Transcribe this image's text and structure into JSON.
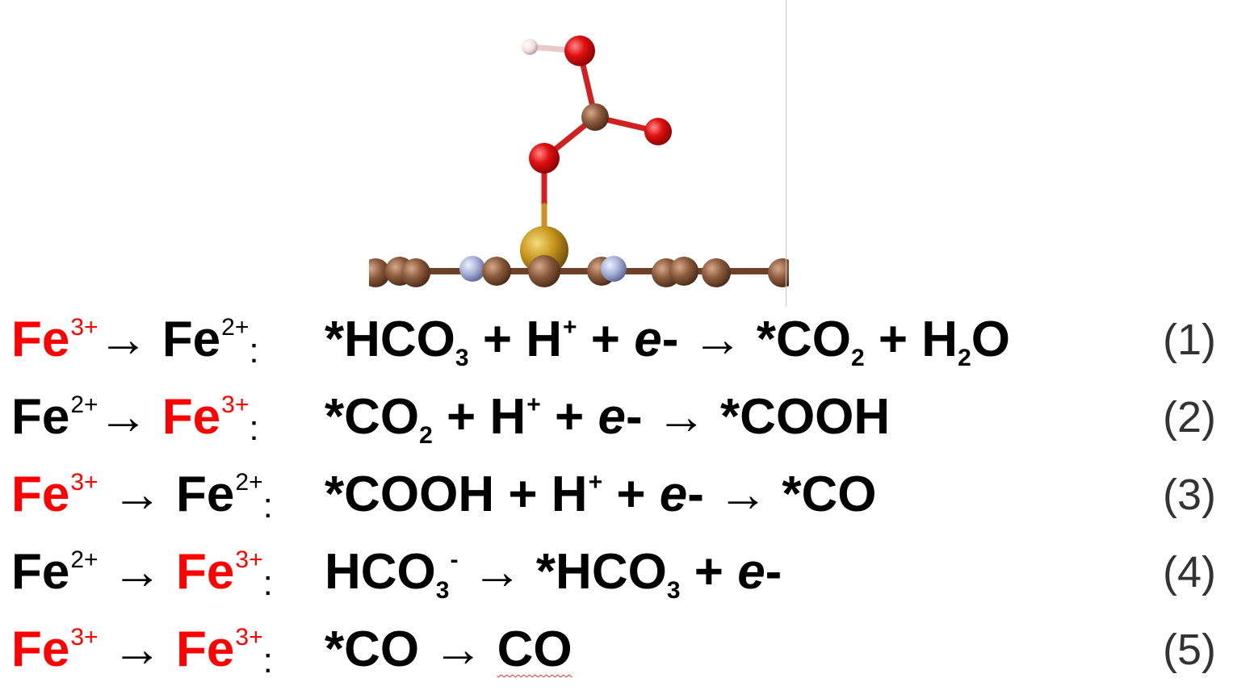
{
  "rows": [
    {
      "number": "(1)",
      "lhs": {
        "a": "Fe",
        "a_sup": "3+",
        "arrow": "→",
        "b": "Fe",
        "b_sup": "2+",
        "colon": ":"
      },
      "eq": {
        "s1": "*HCO",
        "s1_sub": "3",
        "s2": " + H",
        "s2_sup": "+",
        "s3": " + ",
        "e": "e",
        "s4": "- → *CO",
        "s4_sub": "2",
        "s5": " + H",
        "s5_sub": "2",
        "s6": "O"
      }
    },
    {
      "number": "(2)",
      "lhs": {
        "a": "Fe",
        "a_sup": "2+",
        "arrow": "→",
        "b": "Fe",
        "b_sup": "3+",
        "colon": ":"
      },
      "eq": {
        "s1": "*CO",
        "s1_sub": "2",
        "s2": " + H",
        "s2_sup": "+",
        "s3": " + ",
        "e": "e",
        "s4": "- → *COOH"
      }
    },
    {
      "number": "(3)",
      "lhs": {
        "a": "Fe",
        "a_sup": "3+",
        "arrow": "→",
        "b": "Fe",
        "b_sup": "2+",
        "colon": ":"
      },
      "eq": {
        "s1": "*COOH + H",
        "s1_sup": "+",
        "s2": " + ",
        "e": "e",
        "s3": "- → *CO"
      }
    },
    {
      "number": "(4)",
      "lhs": {
        "a": "Fe",
        "a_sup": "2+",
        "arrow": "→",
        "b": "Fe",
        "b_sup": "3+",
        "colon": ":"
      },
      "eq": {
        "s1": "HCO",
        "s1_sub": "3",
        "s1_sup": "-",
        "s2": " → *HCO",
        "s2_sub": "3",
        "s3": " + ",
        "e": "e",
        "s4": "-"
      }
    },
    {
      "number": "(5)",
      "lhs": {
        "a": "Fe",
        "a_sup": "3+",
        "arrow": "→",
        "b": "Fe",
        "b_sup": "3+",
        "colon": ":"
      },
      "eq": {
        "s1": "*CO → ",
        "s2": "CO"
      }
    }
  ],
  "colors": {
    "fe3": "#ff0000",
    "fe2": "#000000",
    "carbon": "#8b5a3c",
    "oxygen": "#e01010",
    "hydrogen": "#f2dede",
    "nitrogen": "#aab4d8",
    "iron": "#c8961e"
  }
}
